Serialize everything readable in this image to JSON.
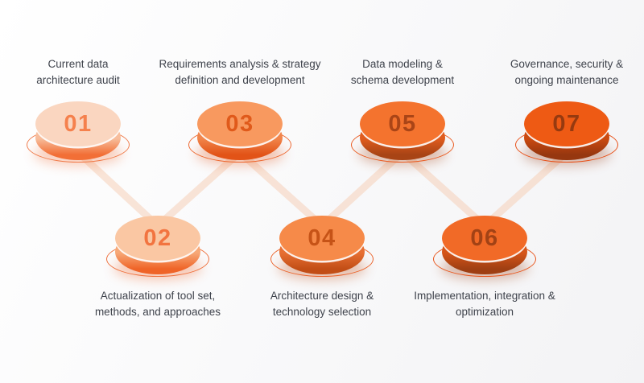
{
  "diagram": {
    "connector_color": "#F6CBB1",
    "label_color": "#3F434C",
    "steps": [
      {
        "number": "01",
        "label": "Current data\narchitecture audit",
        "position": "top",
        "colors": {
          "top": "#FAD6C0",
          "side_light": "#F7BD9C",
          "side_dark": "#F26F36",
          "number": "#F5814D",
          "ring": "#F07B4A"
        }
      },
      {
        "number": "02",
        "label": "Actualization of tool set,\nmethods, and approaches",
        "position": "bottom",
        "colors": {
          "top": "#FAC7A3",
          "side_light": "#F7A877",
          "side_dark": "#EF6428",
          "number": "#F27440",
          "ring": "#EF703C"
        }
      },
      {
        "number": "03",
        "label": "Requirements analysis & strategy\ndefinition and development",
        "position": "top",
        "colors": {
          "top": "#F8995F",
          "side_light": "#F1854B",
          "side_dark": "#E25317",
          "number": "#E05A1B",
          "ring": "#ED6830"
        }
      },
      {
        "number": "04",
        "label": "Architecture design &\ntechnology selection",
        "position": "bottom",
        "colors": {
          "top": "#F68A49",
          "side_light": "#E76F33",
          "side_dark": "#C24E16",
          "number": "#C65317",
          "ring": "#EB6229"
        }
      },
      {
        "number": "05",
        "label": "Data modeling &\nschema development",
        "position": "top",
        "colors": {
          "top": "#F4732E",
          "side_light": "#E05C1E",
          "side_dark": "#A84415",
          "number": "#AA4517",
          "ring": "#EA5B20"
        }
      },
      {
        "number": "06",
        "label": "Implementation, integration &\noptimization",
        "position": "bottom",
        "colors": {
          "top": "#F16A27",
          "side_light": "#D55519",
          "side_dark": "#9F3F13",
          "number": "#A24215",
          "ring": "#E9551B"
        }
      },
      {
        "number": "07",
        "label": "Governance, security &\nongoing maintenance",
        "position": "top",
        "colors": {
          "top": "#EE5A14",
          "side_light": "#CB4A10",
          "side_dark": "#96370F",
          "number": "#963A10",
          "ring": "#E84E15"
        }
      }
    ]
  }
}
